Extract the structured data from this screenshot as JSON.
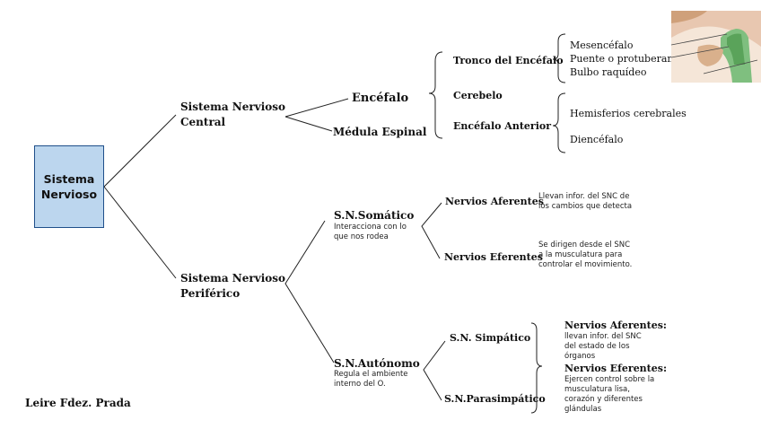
{
  "root": {
    "label": "Sistema\nNervioso"
  },
  "snc": {
    "label": "Sistema Nervioso\nCentral",
    "encefalo": "Encéfalo",
    "medula": "Médula Espinal",
    "tronco": "Tronco del Encéfalo",
    "cerebelo": "Cerebelo",
    "encefalo_anterior": "Encéfalo Anterior",
    "tronco_parts": [
      "Mesencéfalo",
      "Puente o protuberancia",
      "Bulbo raquídeo"
    ],
    "anterior_parts": [
      "Hemisferios cerebrales",
      "Diencéfalo"
    ]
  },
  "snp": {
    "label": "Sistema Nervioso\nPeriférico",
    "somatico": {
      "label": "S.N.Somático",
      "desc": "Interacciona con lo\nque nos rodea",
      "aferentes": "Nervios Aferentes",
      "aferentes_desc": "Llevan infor. del SNC de\nlos cambios que detecta",
      "eferentes": "Nervios Eferentes",
      "eferentes_desc": "Se dirigen desde el SNC\na la musculatura para\ncontrolar el movimiento."
    },
    "autonomo": {
      "label": "S.N.Autónomo",
      "desc": "Regula el ambiente\ninterno del O.",
      "simpatico": "S.N. Simpático",
      "parasimpatico": "S.N.Parasimpático",
      "aferentes_title": "Nervios Aferentes:",
      "aferentes_desc": "llevan infor. del SNC\ndel estado de los\nórganos",
      "eferentes_title": "Nervios Eferentes:",
      "eferentes_desc": "Ejercen control sobre la\nmusculatura lisa,\ncorazón y diferentes\nglándulas"
    }
  },
  "author": "Leire Fdez. Prada",
  "colors": {
    "box_fill": "#bcd6ee",
    "box_border": "#1f4f8a",
    "lines": "#222222"
  },
  "image": {
    "icon": "brain-anatomy-image"
  }
}
